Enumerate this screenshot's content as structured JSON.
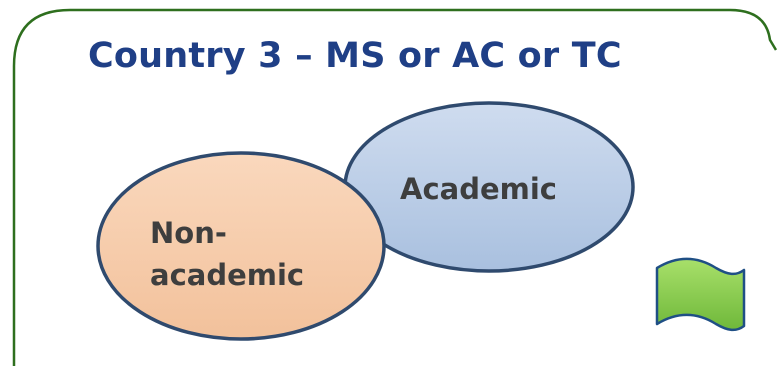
{
  "title": "Country 3 – MS or AC or TC",
  "ellipses": {
    "academic": {
      "label": "Academic",
      "fill": "#b9cde6",
      "stroke": "#2f4a6e"
    },
    "nonacademic": {
      "label_line1": "Non-",
      "label_line2": "academic",
      "fill": "#f7cfae",
      "stroke": "#2f4a6e"
    }
  },
  "frame": {
    "stroke": "#2e6f1e"
  },
  "flag": {
    "icon": "green-flag-icon",
    "fill": "#8fd14f",
    "stroke": "#1f4f85"
  }
}
